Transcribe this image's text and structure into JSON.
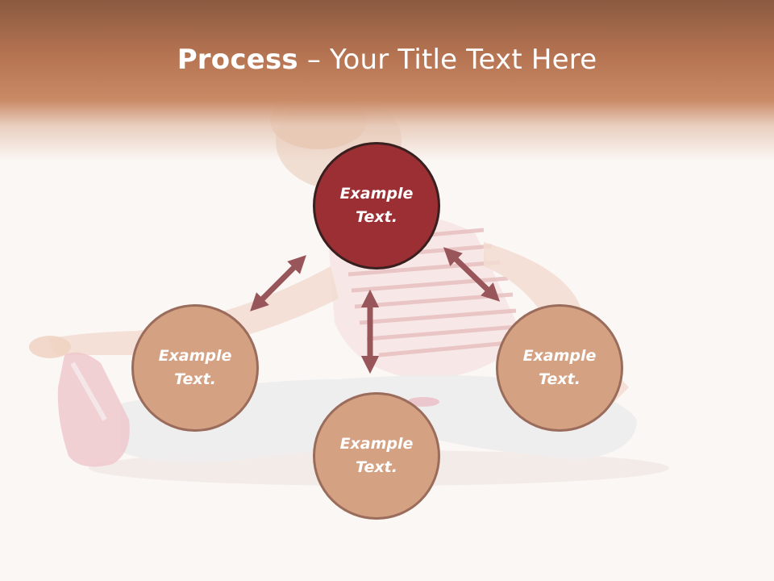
{
  "slide": {
    "title_bold": "Process",
    "title_rest": " – Your Title Text Here"
  },
  "diagram": {
    "center_node": {
      "label_line1": "Example",
      "label_line2": "Text."
    },
    "left_node": {
      "label_line1": "Example",
      "label_line2": "Text."
    },
    "right_node": {
      "label_line1": "Example",
      "label_line2": "Text."
    },
    "bottom_node": {
      "label_line1": "Example",
      "label_line2": "Text."
    }
  },
  "colors": {
    "header_top": "#8a5a40",
    "header_mid": "#c98a66",
    "center_fill": "#9b2f34",
    "node_fill": "#d4a183",
    "arrow": "#99565a",
    "background": "#fbf7f5"
  }
}
